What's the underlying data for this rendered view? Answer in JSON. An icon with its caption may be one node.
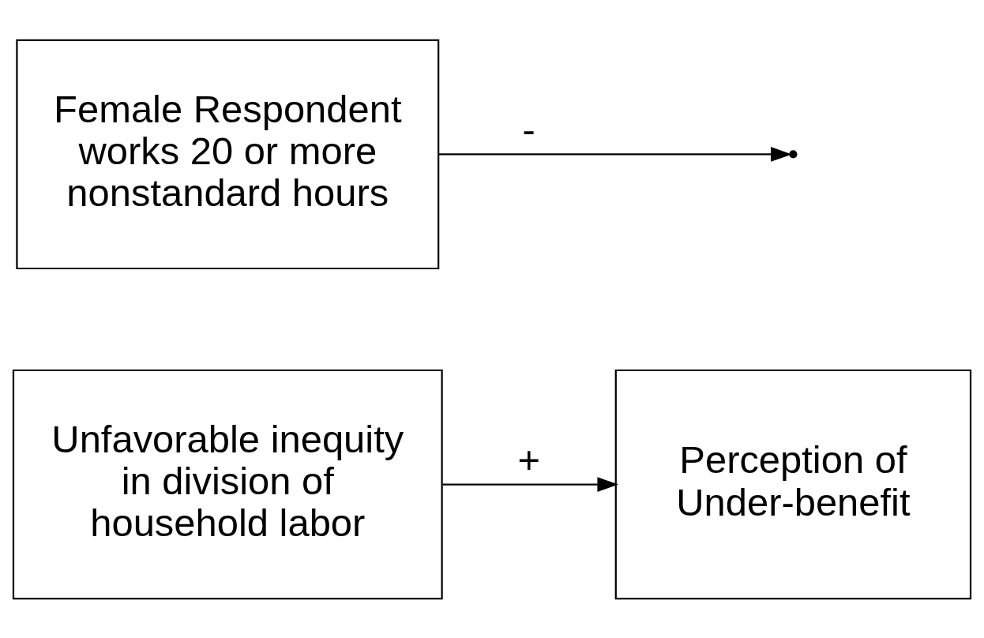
{
  "diagram": {
    "nodes": [
      {
        "text": [
          "Unfavorable inequity in division of household labor"
        ]
      },
      {
        "text": [
          "Perception of Under-benefit"
        ]
      },
      {
        "text": [
          "Female Respondent works 20 or more nonstandard hours"
        ]
      }
    ],
    "edges": [
      {
        "from": 0,
        "to": 1,
        "arrow": "to",
        "label": "+"
      },
      {
        "from": 2,
        "to": null,
        "arrow": "to",
        "label": "-"
      }
    ]
  }
}
